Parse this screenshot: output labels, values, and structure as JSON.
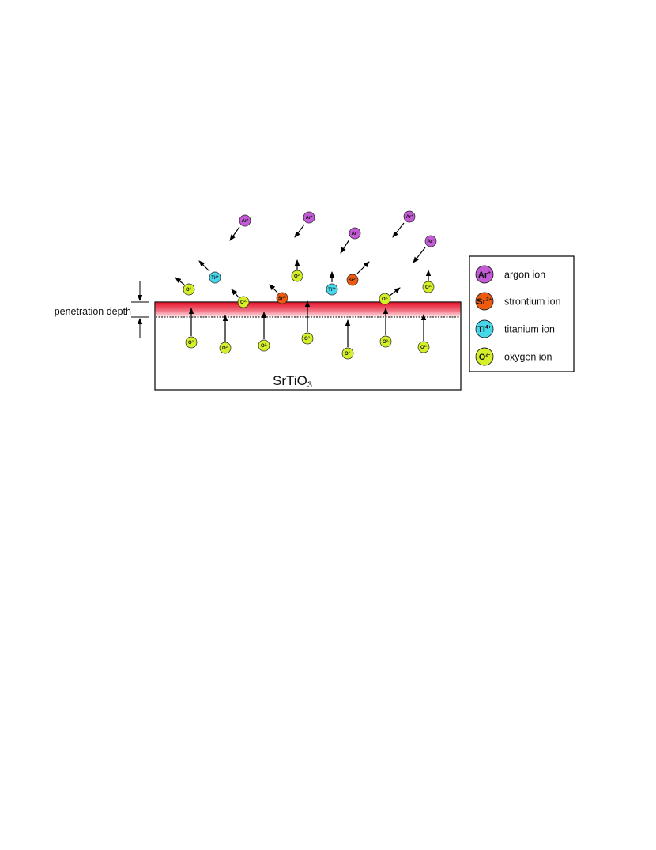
{
  "labels": {
    "penetration_depth": "penetration depth",
    "substrate_main": "SrTiO",
    "substrate_sub": "3"
  },
  "ions": {
    "ar": {
      "sym": "Ar",
      "sup": "+",
      "color": "#c35ad6"
    },
    "sr": {
      "sym": "Sr",
      "sup": "2+",
      "color": "#ee5a10"
    },
    "ti": {
      "sym": "Ti",
      "sup": "4+",
      "color": "#46d8ea"
    },
    "o": {
      "sym": "O",
      "sup": "2-",
      "color": "#d5ef28"
    }
  },
  "legend": {
    "items": [
      {
        "ion": "ar",
        "label": "argon ion"
      },
      {
        "ion": "sr",
        "label": "strontium ion"
      },
      {
        "ion": "ti",
        "label": "titanium ion"
      },
      {
        "ion": "o",
        "label": "oxygen ion"
      }
    ]
  },
  "colors": {
    "damaged_layer_top": "#e8102a",
    "damaged_layer_bottom": "#ffe4e8",
    "border": "#000000"
  }
}
